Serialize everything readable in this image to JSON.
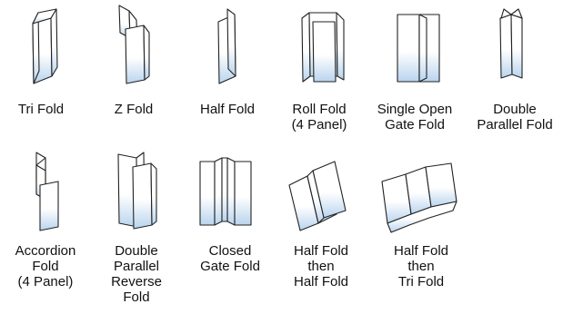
{
  "colors": {
    "stroke": "#222222",
    "panel_top": "#ffffff",
    "panel_bottom": "#b9d4ee"
  },
  "folds": [
    {
      "id": "tri-fold",
      "icon": "tri-fold-icon",
      "label": "Tri Fold"
    },
    {
      "id": "z-fold",
      "icon": "z-fold-icon",
      "label": "Z Fold"
    },
    {
      "id": "half-fold",
      "icon": "half-fold-icon",
      "label": "Half Fold"
    },
    {
      "id": "roll-fold",
      "icon": "roll-fold-icon",
      "label": "Roll Fold\n(4 Panel)"
    },
    {
      "id": "single-open-gate-fold",
      "icon": "single-open-gate-fold-icon",
      "label": "Single Open\nGate Fold"
    },
    {
      "id": "double-parallel-fold",
      "icon": "double-parallel-fold-icon",
      "label": "Double\nParallel Fold"
    },
    {
      "id": "accordion-fold",
      "icon": "accordion-fold-icon",
      "label": "Accordion\nFold\n(4 Panel)"
    },
    {
      "id": "double-parallel-reverse-fold",
      "icon": "double-parallel-reverse-fold-icon",
      "label": "Double\nParallel\nReverse\nFold"
    },
    {
      "id": "closed-gate-fold",
      "icon": "closed-gate-fold-icon",
      "label": "Closed\nGate Fold"
    },
    {
      "id": "half-fold-then-half-fold",
      "icon": "half-fold-then-half-fold-icon",
      "label": "Half Fold\nthen\nHalf Fold"
    },
    {
      "id": "half-fold-then-tri-fold",
      "icon": "half-fold-then-tri-fold-icon",
      "label": "Half Fold\nthen\nTri Fold"
    }
  ]
}
